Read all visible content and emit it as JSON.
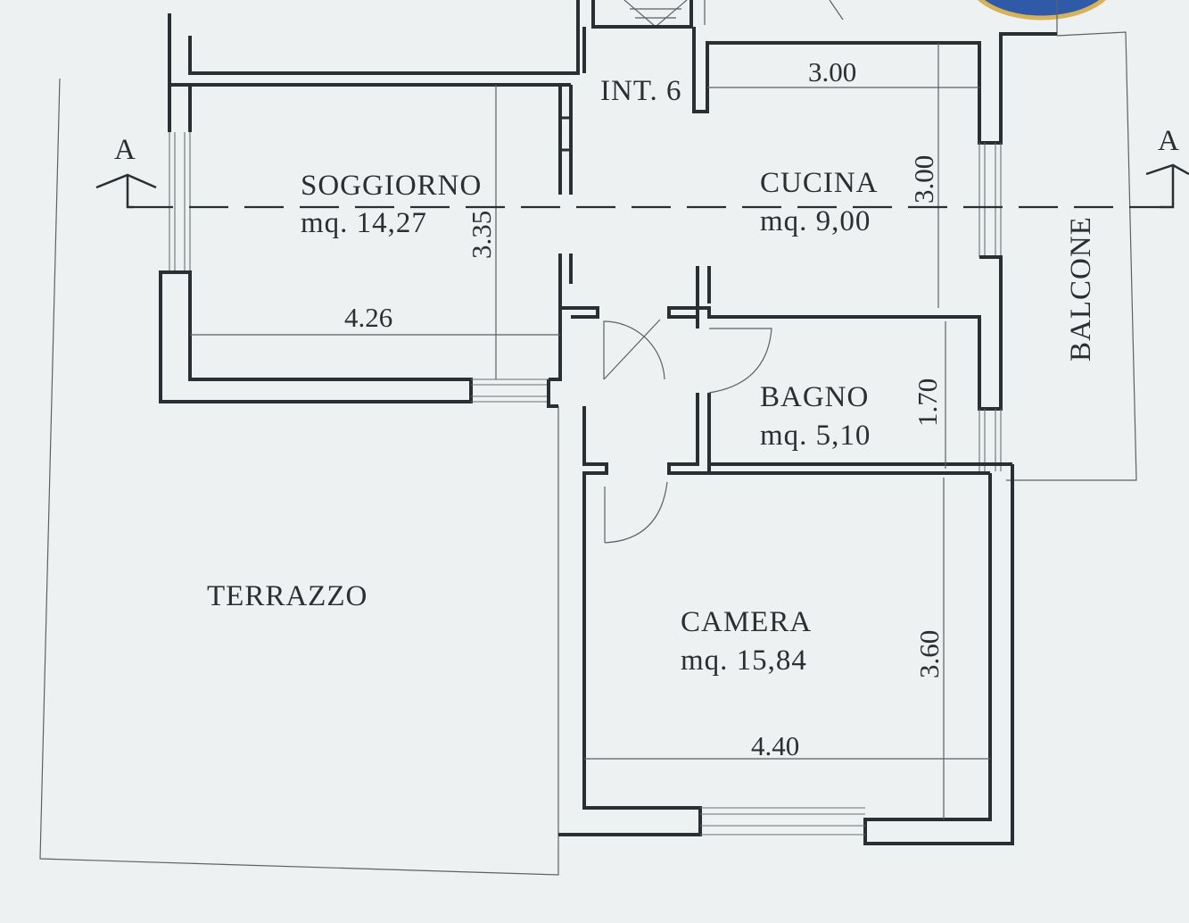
{
  "rooms": {
    "soggiorno": {
      "name": "SOGGIORNO",
      "area": "mq. 14,27"
    },
    "cucina": {
      "name": "CUCINA",
      "area": "mq. 9,00"
    },
    "bagno": {
      "name": "BAGNO",
      "area": "mq. 5,10"
    },
    "camera": {
      "name": "CAMERA",
      "area": "mq. 15,84"
    },
    "terrazzo": {
      "name": "TERRAZZO"
    },
    "balcone": {
      "name": "BALCONE"
    },
    "landing": {
      "name": "INT. 6"
    }
  },
  "dimensions": {
    "soggiorno_width": "4.26",
    "soggiorno_depth": "3.35",
    "cucina_width": "3.00",
    "cucina_depth": "3.00",
    "bagno_depth": "1.70",
    "camera_width": "4.40",
    "camera_depth": "3.60"
  },
  "section": {
    "left_marker": "A",
    "right_marker": "A"
  },
  "colors": {
    "paper": "#eef1f1",
    "ink": "#2a2f33",
    "badge": "#2f5aa8"
  }
}
